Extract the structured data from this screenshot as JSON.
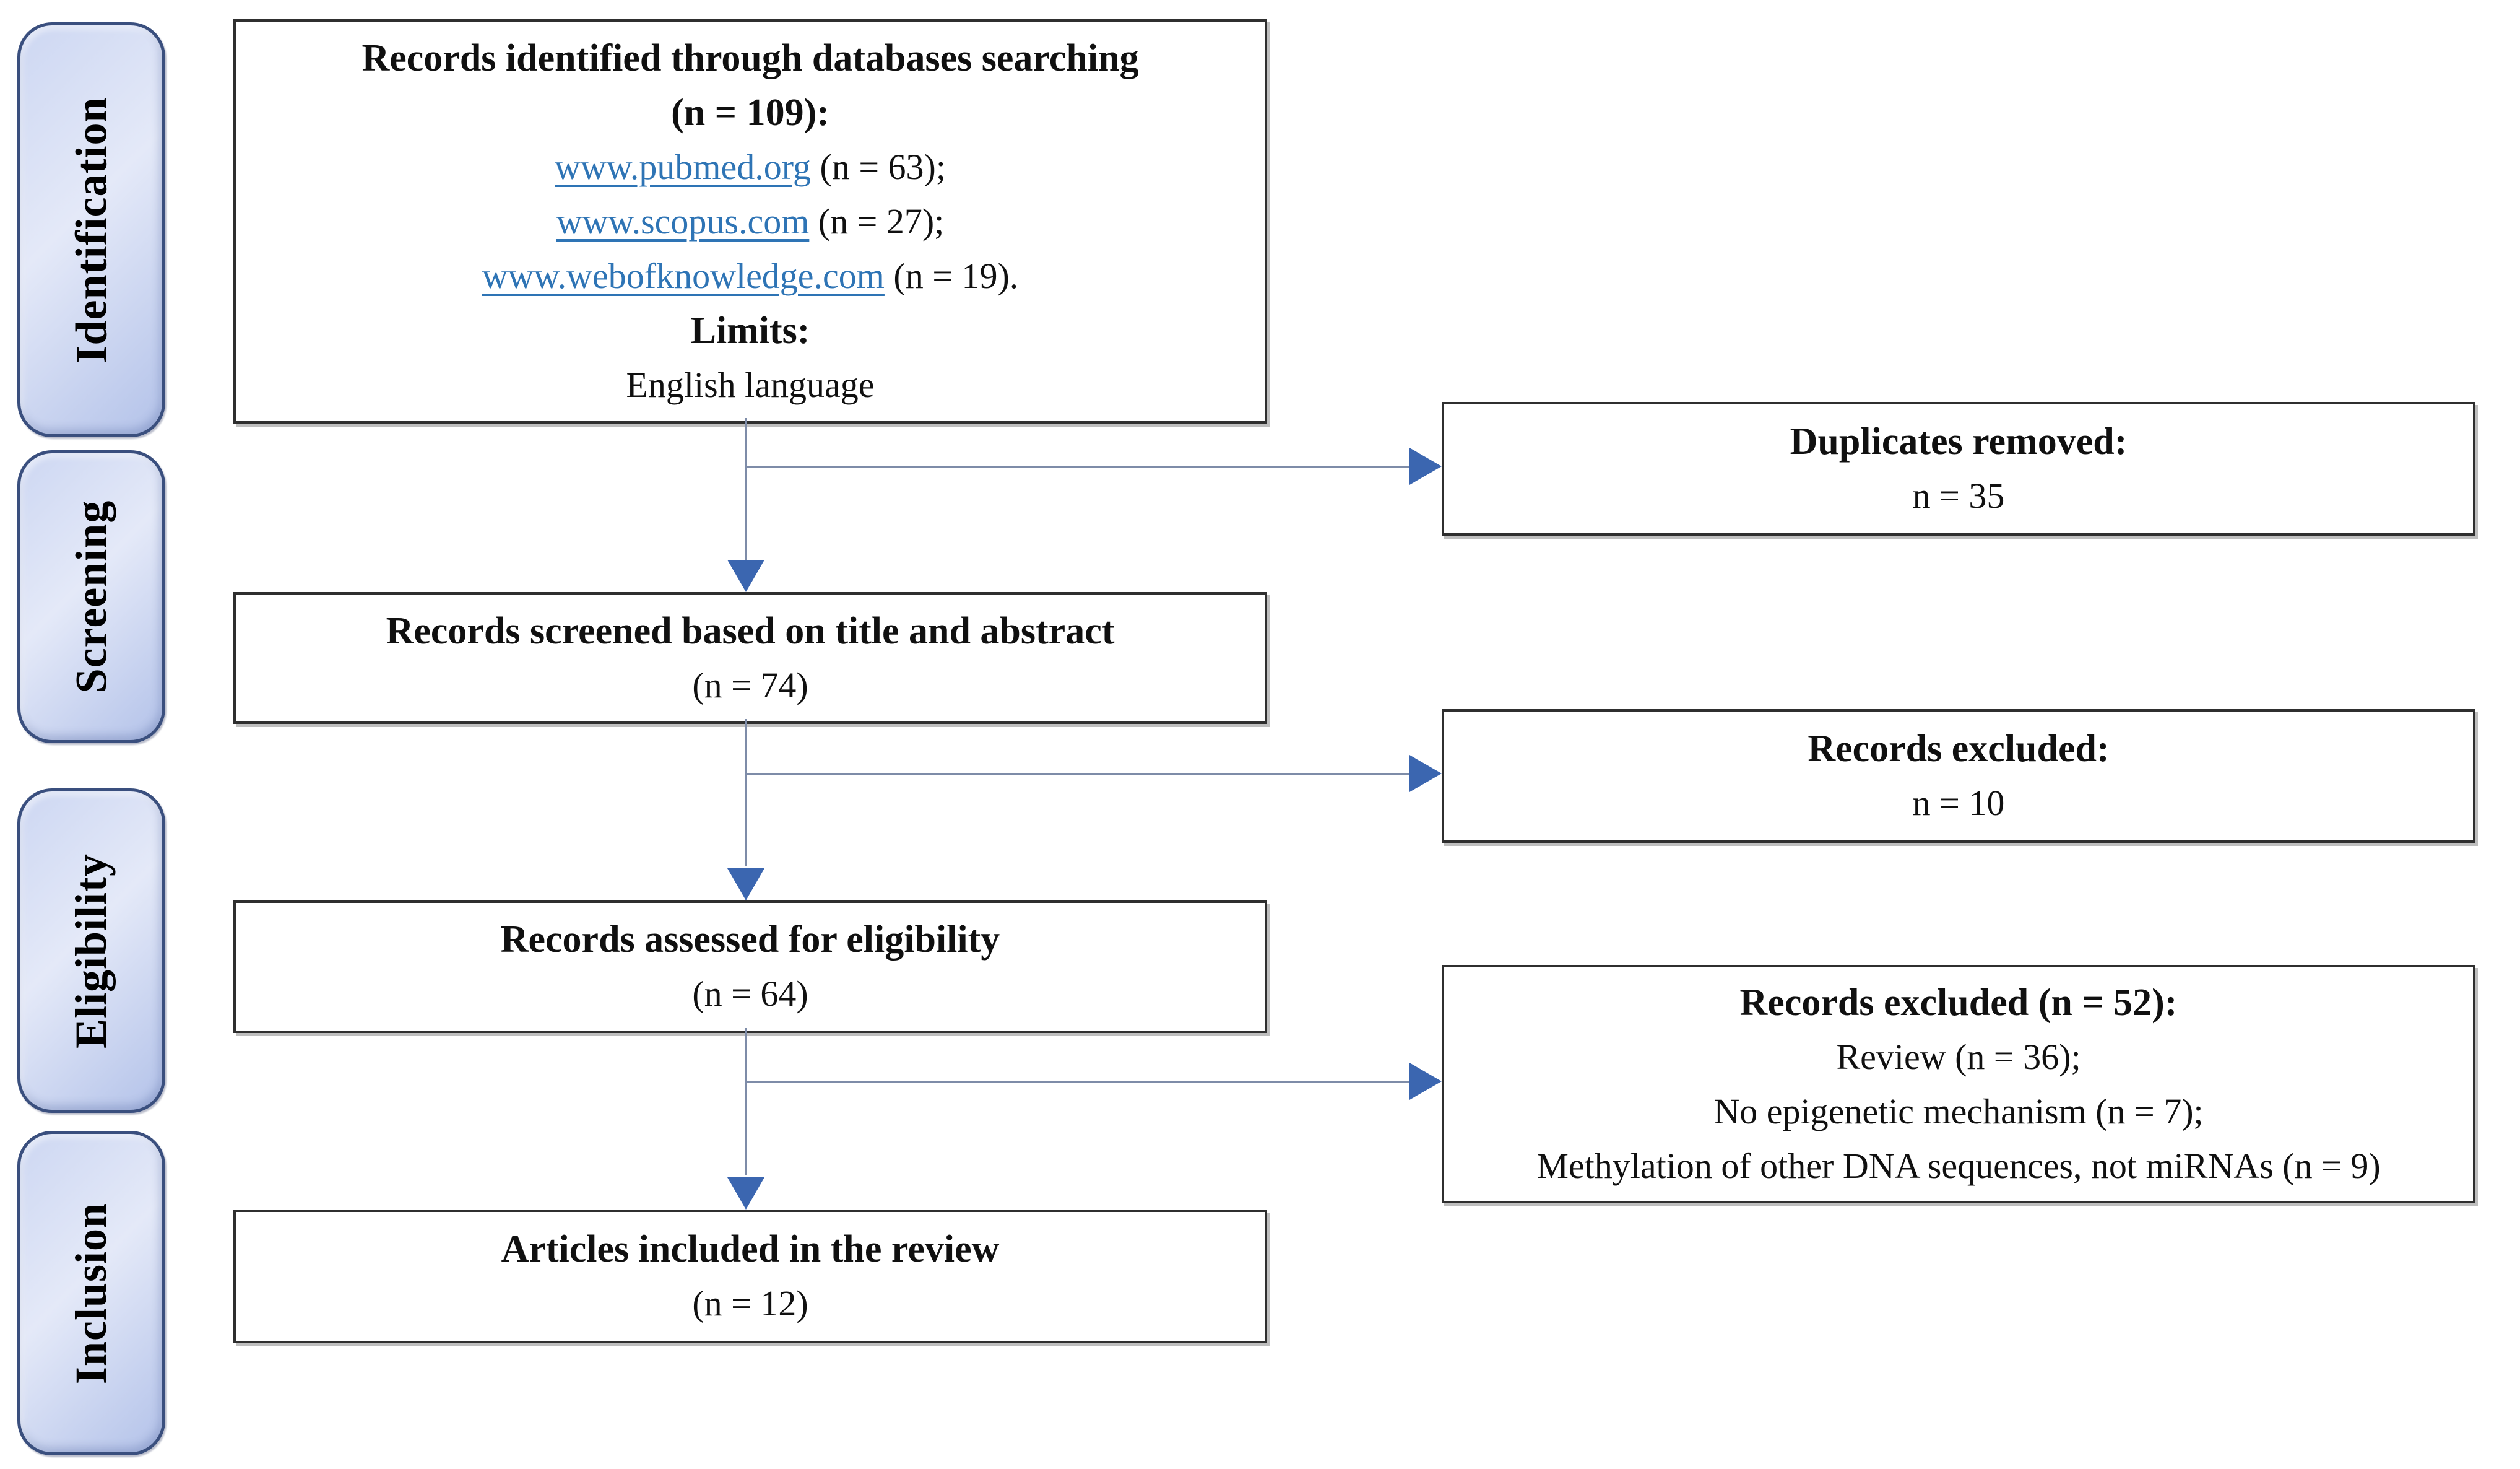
{
  "sidebar": {
    "stages": [
      "Identification",
      "Screening",
      "Eligibility",
      "Inclusion"
    ]
  },
  "flow": {
    "identified": {
      "title_line1": "Records identified through databases searching",
      "title_line2": "(n = 109):",
      "sources": [
        {
          "url": "www.pubmed.org",
          "note": " (n = 63);"
        },
        {
          "url": "www.scopus.com",
          "note": " (n = 27);"
        },
        {
          "url": "www.webofknowledge.com",
          "note": " (n = 19)."
        }
      ],
      "limits_label": "Limits:",
      "limits_value": "English language"
    },
    "screened": {
      "title": "Records screened based on title and abstract",
      "count": "(n = 74)"
    },
    "assessed": {
      "title": "Records assessed for eligibility",
      "count": "(n = 64)"
    },
    "included": {
      "title": "Articles included in the review",
      "count": "(n = 12)"
    }
  },
  "side_boxes": {
    "duplicates": {
      "title": "Duplicates removed:",
      "count": "n = 35"
    },
    "excluded_screening": {
      "title": "Records excluded:",
      "count": "n = 10"
    },
    "excluded_eligibility": {
      "title": "Records excluded (n = 52):",
      "reasons": [
        "Review (n = 36);",
        "No epigenetic mechanism (n = 7);",
        "Methylation of other DNA sequences, not miRNAs (n = 9)"
      ]
    }
  },
  "colors": {
    "link_blue": "#2E74B5",
    "arrowhead_blue": "#3B66B0",
    "connector_gray": "#7E8CA8",
    "stage_border": "#3A4F7E",
    "stage_fill_light": "#E4E9F8",
    "stage_fill_dark": "#B3C2E9",
    "box_border": "#2F2F2F",
    "background": "#FFFFFF"
  }
}
